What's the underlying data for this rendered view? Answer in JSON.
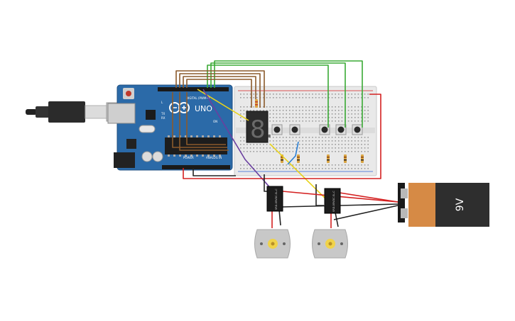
{
  "circuit": {
    "arduino": {
      "board_label": "UNO",
      "digital_label": "DIGITAL (PWM~)",
      "power_label": "POWER",
      "analog_label": "ANALOG IN",
      "tx_label": "TX",
      "rx_label": "RX",
      "l_label": "L",
      "on_label": "ON"
    },
    "battery": {
      "label": "9V"
    },
    "seven_segment": {
      "digit": "8."
    },
    "relay": {
      "text": "SRD-05VDC-SL-C"
    },
    "colors": {
      "board": "#2b6aa8",
      "breadboard": "#e9e9e9",
      "wire_green": "#3aaa35",
      "wire_brown": "#8b5a2b",
      "wire_red": "#d42020",
      "wire_black": "#222222",
      "wire_yellow": "#e8d21a",
      "wire_purple": "#6a3fa0",
      "wire_blue": "#2a7fd4",
      "battery_body": "#d68a45",
      "battery_cap": "#2e2e2e"
    }
  }
}
